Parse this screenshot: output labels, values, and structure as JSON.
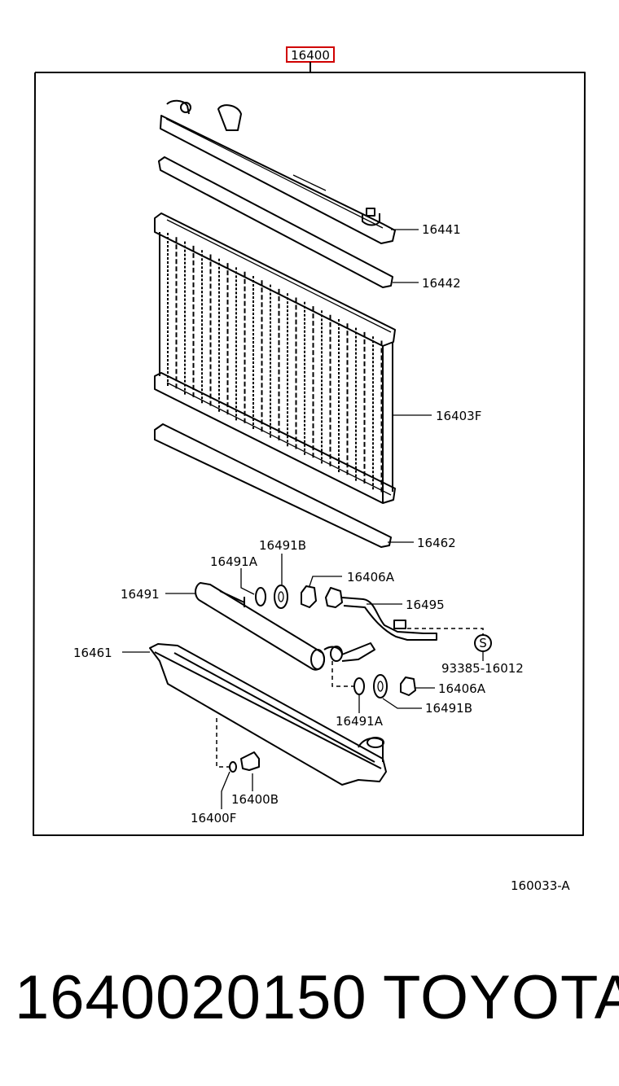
{
  "assembly": {
    "number": "16400"
  },
  "labels": {
    "upper_tank": "16441",
    "upper_gasket": "16442",
    "core": "16403F",
    "lower_gasket": "16462",
    "washer_b_top": "16491B",
    "washer_a_top": "16491A",
    "oil_cooler": "16491",
    "nut_a_top": "16406A",
    "pipe": "16495",
    "lower_tank": "16461",
    "stud_bolt": "93385-16012",
    "stud_bolt_symbol": "S",
    "nut_a_bottom": "16406A",
    "washer_b_bottom": "16491B",
    "washer_a_bottom": "16491A",
    "drain_plug": "16400B",
    "drain_gasket": "16400F"
  },
  "figure_code": "160033-A",
  "footer": {
    "part_number": "1640020150",
    "brand": "TOYOTA"
  },
  "colors": {
    "highlight": "#d00000",
    "line": "#000000",
    "background": "#ffffff"
  }
}
